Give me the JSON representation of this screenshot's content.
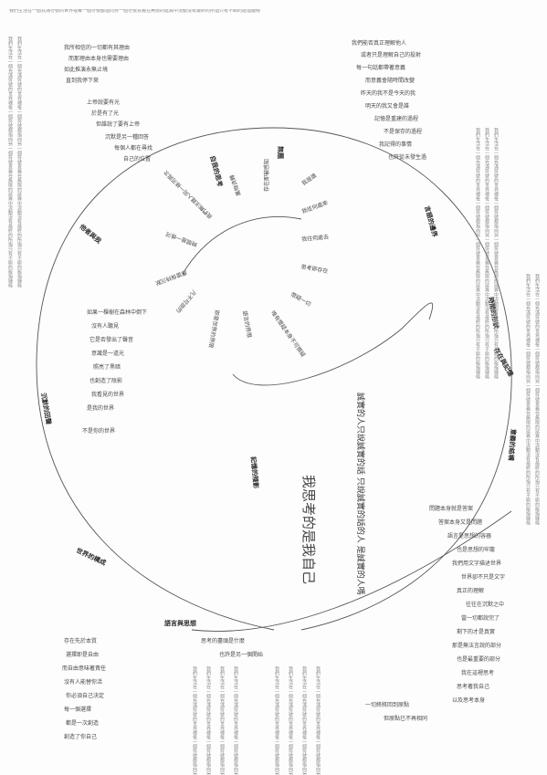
{
  "title": "我思考的是我自己",
  "statement": "誠實的人只說誠實的話 只說誠實的話的人 是誠實的人嗎",
  "section_heads": [
    "無題",
    "自我的思考",
    "言語的邊界",
    "時間的形狀",
    "存在與記憶",
    "意義的結構",
    "他者與我",
    "沉默的回聲",
    "世界的構成",
    "記憶的殘影",
    "語言與思想"
  ],
  "left_list": [
    "我所相信的一切都有其理由",
    "而那理由本身也需要理由",
    "如此推演永無止境",
    "直到我停下來",
    "上帝說要有光",
    "於是有了光",
    "但誰說了要有上帝",
    "沉默是另一種回答",
    "每個人都在尋找",
    "自己的位置"
  ],
  "right_list": [
    "我們能否真正理解他人",
    "或者只是理解自己的投射",
    "每一句話都帶著意義",
    "而意義會隨時間改變",
    "昨天的我不是今天的我",
    "明天的我又會是誰",
    "記憶是重建的過程",
    "不是保存的過程",
    "我記得的事情",
    "也許從未發生過"
  ],
  "lower_right_list": [
    "問題本身就是答案",
    "答案本身又是問題",
    "語言是思想的容器",
    "也是思想的牢籠",
    "我們用文字描述世界",
    "世界卻不只是文字",
    "真正的理解",
    "往往在沉默之中",
    "當一切都說完了",
    "剩下的才是真實",
    "那是無法言說的部分",
    "也是最重要的部分",
    "我在這裡思考",
    "思考著我自己",
    "以及思考本身"
  ],
  "lower_left_list": [
    "存在先於本質",
    "選擇即是自由",
    "而自由意味著責任",
    "沒有人能替你活",
    "你必須自己決定",
    "每一個選擇",
    "都是一次創造",
    "創造了你自己"
  ],
  "center_rays": [
    "我是誰",
    "我從何處來",
    "我往何處去",
    "思考即存在",
    "懷疑一切",
    "唯有懷疑本身不可懷疑",
    "語言的界限",
    "即是世界的界限",
    "凡不可說的",
    "應當保持沉默",
    "時間是一條河",
    "我們無法踏入同一條河兩次",
    "萬物流轉",
    "存在即被感知"
  ],
  "mid_lines": [
    "如果一棵樹在森林中倒下",
    "沒有人聽見",
    "它是否發出了聲音",
    "意識是一道光",
    "照亮了黑暗",
    "也創造了陰影",
    "我看見的世界",
    "是我的世界",
    "不是你的世界"
  ],
  "bottom_lines": [
    "思考的盡頭是什麼",
    "也許是另一個開始",
    "一切終將回到原點",
    "但原點已不再相同"
  ],
  "side_fine_text": "我們生活在一個充滿符號的世界裡每一個符號都指向另一個符號意義在無限的延異中流動沒有最終的所指只有不斷的能指鏈條"
}
